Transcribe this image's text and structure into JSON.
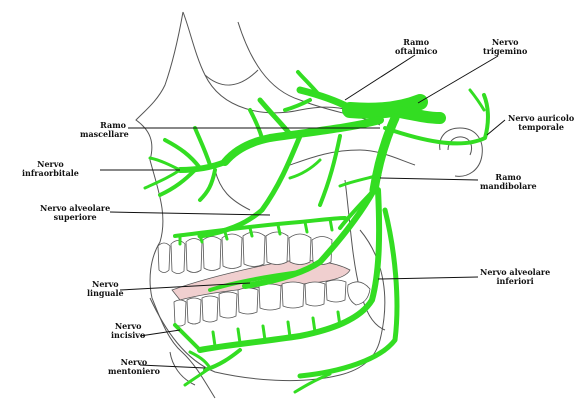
{
  "labels": {
    "ramo_oftalmico": [
      "Ramo",
      "oftalmico"
    ],
    "nervo_trigemino": [
      "Nervo",
      "trigemino"
    ],
    "ramo_mascellare": [
      "Ramo",
      "mascellare"
    ],
    "nervo_auricolo_temporale": [
      "Nervo auricolo",
      "temporale"
    ],
    "nervo_infraorbitale": [
      "Nervo",
      "infraorbitale"
    ],
    "ramo_mandibolare": [
      "Ramo",
      "mandibolare"
    ],
    "nervo_alveolare_superiore": [
      "Nervo alveolare",
      "superiore"
    ],
    "nervo_linguale": [
      "Nervo",
      "linguale"
    ],
    "nervo_alveolare_inferiore": [
      "Nervo alveolare",
      "inferiori"
    ],
    "nervo_incisivo": [
      "Nervo",
      "incisivo"
    ],
    "nervo_mentoniero": [
      "Nervo",
      "mentoniero"
    ]
  },
  "colors": {
    "nerve": "#33dd22",
    "outline": "#444444",
    "teeth_fill": "#ffffff",
    "gum_fill": "#f0cfcf",
    "leader": "#111111"
  }
}
